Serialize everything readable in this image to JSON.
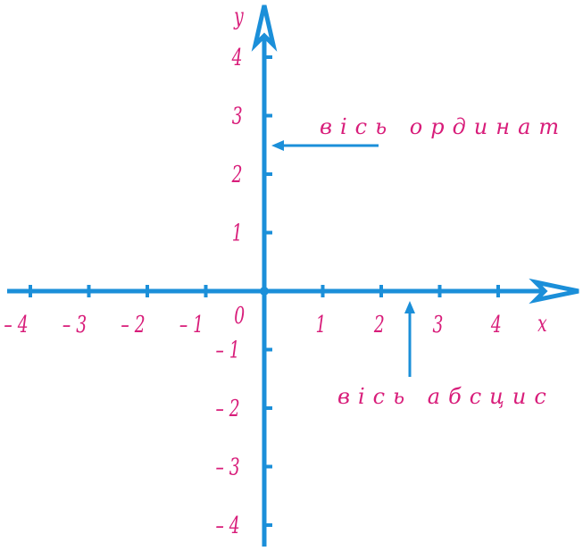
{
  "colors": {
    "axis": "#1b8fd9",
    "text": "#d81d7a"
  },
  "axes": {
    "x_label": "x",
    "y_label": "y",
    "origin_label": "0"
  },
  "x_ticks": [
    {
      "value": -4,
      "label": "– 4"
    },
    {
      "value": -3,
      "label": "– 3"
    },
    {
      "value": -2,
      "label": "– 2"
    },
    {
      "value": -1,
      "label": "– 1"
    },
    {
      "value": 1,
      "label": "1"
    },
    {
      "value": 2,
      "label": "2"
    },
    {
      "value": 3,
      "label": "3"
    },
    {
      "value": 4,
      "label": "4"
    }
  ],
  "y_ticks": [
    {
      "value": 4,
      "label": "4"
    },
    {
      "value": 3,
      "label": "3"
    },
    {
      "value": 2,
      "label": "2"
    },
    {
      "value": 1,
      "label": "1"
    },
    {
      "value": -1,
      "label": "– 1"
    },
    {
      "value": -2,
      "label": "– 2"
    },
    {
      "value": -3,
      "label": "– 3"
    },
    {
      "value": -4,
      "label": "– 4"
    }
  ],
  "annotations": {
    "ordinate": "вісь ординат",
    "abscissa": "вісь абсцис"
  }
}
